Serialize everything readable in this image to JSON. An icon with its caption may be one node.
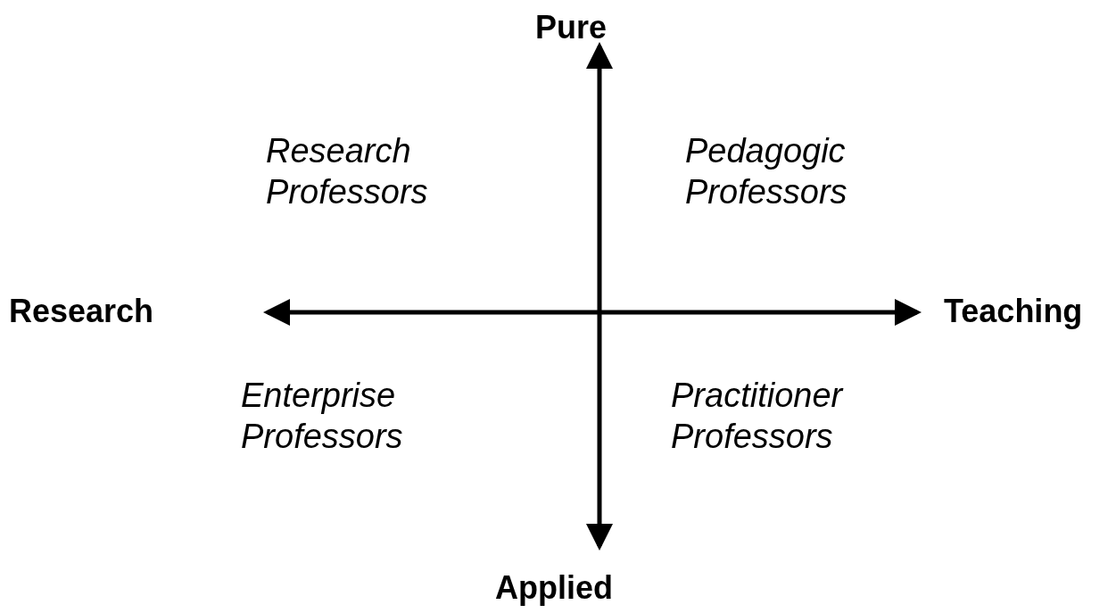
{
  "diagram": {
    "labels": [
      "Pure",
      "Research Professors",
      "Pedagogic Professors",
      "Research",
      "Teaching",
      "Enterprise Professors",
      "Practitioner Professors",
      "Applied"
    ]
  }
}
